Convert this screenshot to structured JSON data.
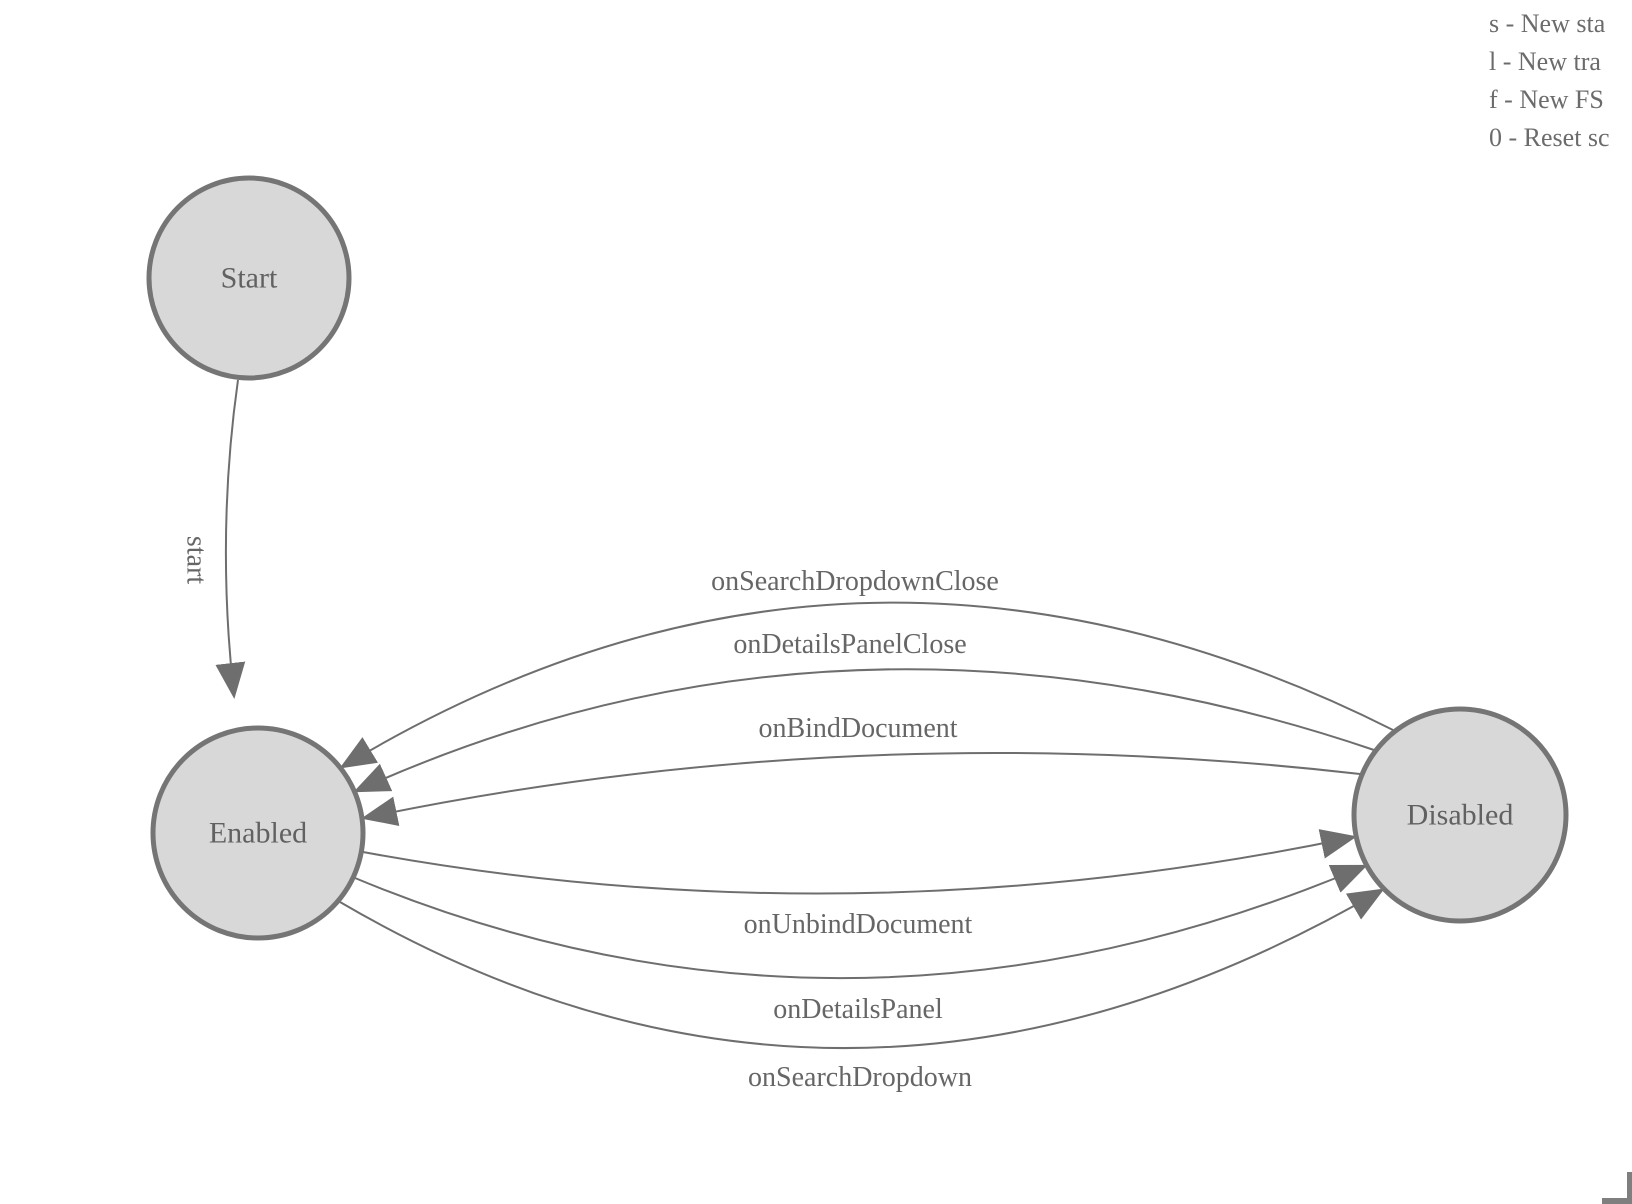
{
  "legend": {
    "lines": [
      "s - New sta",
      "l - New tra",
      "f - New FS",
      "0 - Reset sc"
    ]
  },
  "states": [
    {
      "id": "start",
      "label": "Start"
    },
    {
      "id": "enabled",
      "label": "Enabled"
    },
    {
      "id": "disabled",
      "label": "Disabled"
    }
  ],
  "transitions": [
    {
      "from": "start",
      "to": "enabled",
      "label": "start"
    },
    {
      "from": "disabled",
      "to": "enabled",
      "label": "onSearchDropdownClose"
    },
    {
      "from": "disabled",
      "to": "enabled",
      "label": "onDetailsPanelClose"
    },
    {
      "from": "disabled",
      "to": "enabled",
      "label": "onBindDocument"
    },
    {
      "from": "enabled",
      "to": "disabled",
      "label": "onUnbindDocument"
    },
    {
      "from": "enabled",
      "to": "disabled",
      "label": "onDetailsPanel"
    },
    {
      "from": "enabled",
      "to": "disabled",
      "label": "onSearchDropdown"
    }
  ],
  "colors": {
    "state_fill": "#d8d8d8",
    "state_stroke": "#757575",
    "edge": "#6e6e6e",
    "text": "#636363",
    "background": "#ffffff"
  }
}
